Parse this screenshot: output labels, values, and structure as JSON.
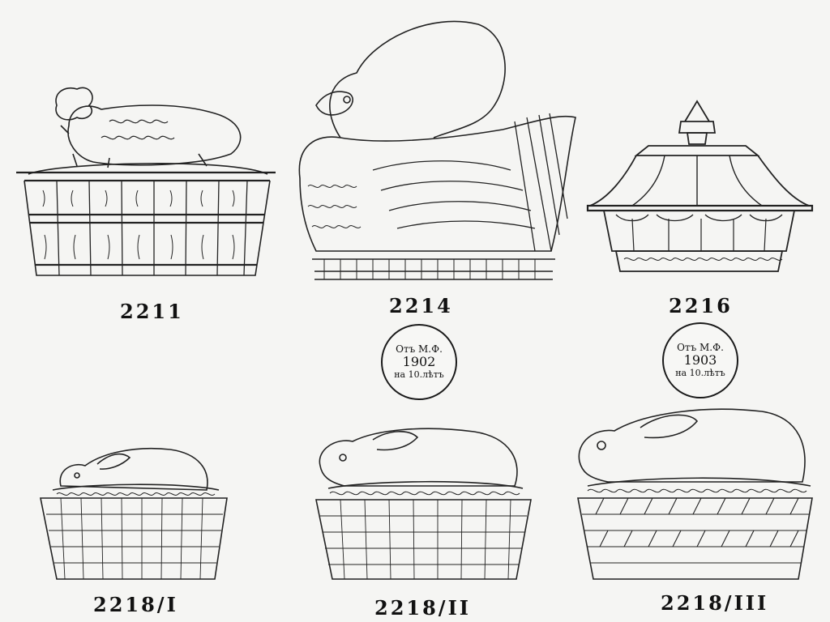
{
  "catalog": {
    "items": [
      {
        "number": "2211",
        "figure": "lamb-on-basket-dish"
      },
      {
        "number": "2214",
        "figure": "swan-dish"
      },
      {
        "number": "2216",
        "figure": "covered-octagonal-dish"
      },
      {
        "number": "2218/I",
        "figure": "small-rabbit-on-basket-dish"
      },
      {
        "number": "2218/II",
        "figure": "medium-rabbit-on-basket-dish"
      },
      {
        "number": "2218/III",
        "figure": "large-rabbit-on-basket-dish"
      }
    ],
    "stamps": [
      {
        "line1": "Отъ М.Ф.",
        "year": "1902",
        "line3": "на 10.лѣтъ"
      },
      {
        "line1": "Отъ М.Ф.",
        "year": "1903",
        "line3": "на 10.лѣтъ"
      }
    ]
  },
  "colors": {
    "paper": "#f5f5f3",
    "ink": "#111111"
  }
}
